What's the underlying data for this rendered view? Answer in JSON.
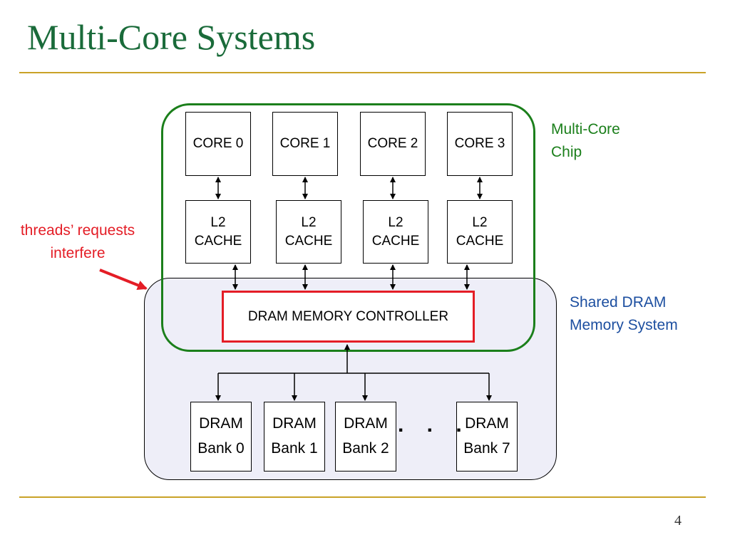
{
  "slide": {
    "title": "Multi-Core Systems",
    "page_number": "4"
  },
  "diagram": {
    "cores": [
      "CORE 0",
      "CORE 1",
      "CORE 2",
      "CORE 3"
    ],
    "caches": [
      "L2\nCACHE",
      "L2\nCACHE",
      "L2\nCACHE",
      "L2\nCACHE"
    ],
    "controller": "DRAM MEMORY CONTROLLER",
    "banks": [
      "DRAM\nBank 0",
      "DRAM\nBank 1",
      "DRAM\nBank 2",
      "DRAM\nBank 7"
    ],
    "ellipsis": ". . .",
    "chip_label": "Multi-Core\nChip",
    "shared_label": "Shared DRAM\nMemory System",
    "interference_label": "threads’ requests\ninterfere"
  },
  "colors": {
    "title": "#1a6b3a",
    "rule": "#c9a227",
    "chip_border": "#1b7f1b",
    "controller_border": "#e41d26",
    "shared_region_fill": "#eeeef8",
    "shared_label": "#1d4fa0",
    "interference": "#e41d26"
  }
}
